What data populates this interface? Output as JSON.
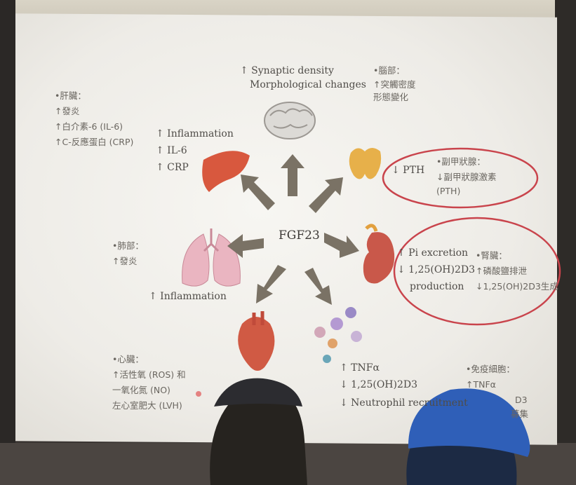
{
  "center": "FGF23",
  "brain": {
    "effects": [
      "↑ Synaptic density",
      "Morphological changes"
    ],
    "zh": [
      "•腦部：",
      "↑突觸密度",
      "形態變化"
    ]
  },
  "liver": {
    "zh": [
      "•肝臟：",
      "↑發炎",
      "↑白介素-6 (IL-6)",
      "↑C-反應蛋白 (CRP)"
    ],
    "effects": [
      "↑ Inflammation",
      "↑ IL-6",
      "↑ CRP"
    ]
  },
  "parathyroid": {
    "effects": [
      "↓ PTH"
    ],
    "zh": [
      "•副甲狀腺：",
      "↓副甲狀腺激素",
      "(PTH)"
    ]
  },
  "kidney": {
    "effects": [
      "↑ Pi excretion",
      "↓ 1,25(OH)2D3",
      "production"
    ],
    "zh": [
      "•腎臟：",
      "↑磷酸鹽排泄",
      "↓1,25(OH)2D3生成"
    ]
  },
  "lung": {
    "zh": [
      "•肺部：",
      "↑發炎"
    ],
    "effects": [
      "↑ Inflammation"
    ]
  },
  "heart": {
    "zh": [
      "•心臟：",
      "↑活性氧 (ROS) 和",
      "一氧化氮 (NO)",
      "左心室肥大 (LVH)"
    ]
  },
  "immune": {
    "effects": [
      "↑ TNFα",
      "↓ 1,25(OH)2D3",
      "↓ Neutrophil recruitment"
    ],
    "zh": [
      "•免疫細胞：",
      "↑TNFα",
      "D3",
      "募集"
    ]
  },
  "colors": {
    "arrow": "#7a7265",
    "circle": "#c9444c",
    "organ_red": "#d8583e",
    "gland": "#e7b04a"
  }
}
